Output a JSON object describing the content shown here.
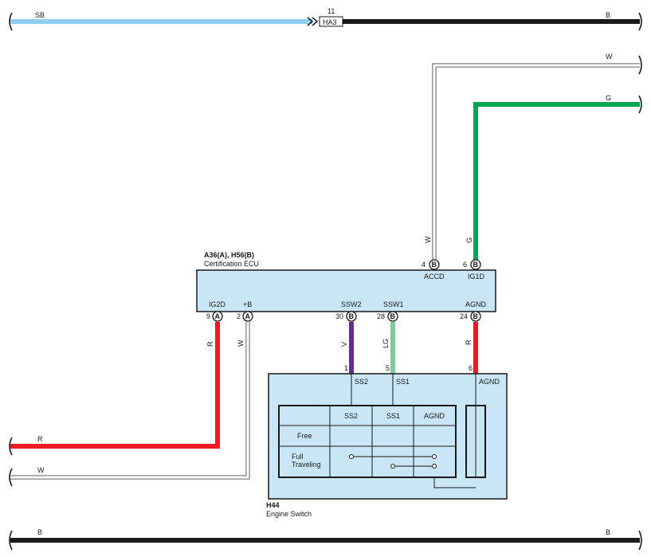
{
  "colors": {
    "sky_blue": "#8fd0f0",
    "black": "#1a1a1a",
    "green": "#00a651",
    "red": "#ed1c24",
    "violet": "#662d91",
    "light_green": "#7fcc9a",
    "component_fill": "#c8e6f5",
    "white_wire_outline": "#808080"
  },
  "top_wires": {
    "sb_label": "SB",
    "b_label": "B",
    "junction_pin": "11",
    "junction_connector": "HA3",
    "w_label": "W",
    "g_label": "G"
  },
  "certification_ecu": {
    "name": "A36(A), H56(B)",
    "title": "Certification ECU",
    "top_pins": [
      {
        "number": "4",
        "connector": "B",
        "function": "ACCD",
        "wire": "W"
      },
      {
        "number": "6",
        "connector": "B",
        "function": "IG1D",
        "wire": "G"
      }
    ],
    "bottom_pins": [
      {
        "number": "9",
        "connector": "A",
        "function": "IG2D",
        "wire": "R"
      },
      {
        "number": "2",
        "connector": "A",
        "function": "+B",
        "wire": "W"
      },
      {
        "number": "30",
        "connector": "B",
        "function": "SSW2",
        "wire": "V"
      },
      {
        "number": "28",
        "connector": "B",
        "function": "SSW1",
        "wire": "LG"
      },
      {
        "number": "24",
        "connector": "B",
        "function": "AGND",
        "wire": "R"
      }
    ]
  },
  "engine_switch": {
    "name": "H44",
    "title": "Engine Switch",
    "pins": [
      {
        "number": "1",
        "function": "SS2"
      },
      {
        "number": "5",
        "function": "SS1"
      },
      {
        "number": "6",
        "function": "AGND"
      }
    ],
    "table_headers": [
      "SS2",
      "SS1",
      "AGND"
    ],
    "row_free": "Free",
    "row_full_line1": "Full",
    "row_full_line2": "Traveling"
  },
  "left_wires": {
    "r_label": "R",
    "w_label": "W"
  },
  "bottom_wire": {
    "left_label": "B",
    "right_label": "B"
  }
}
